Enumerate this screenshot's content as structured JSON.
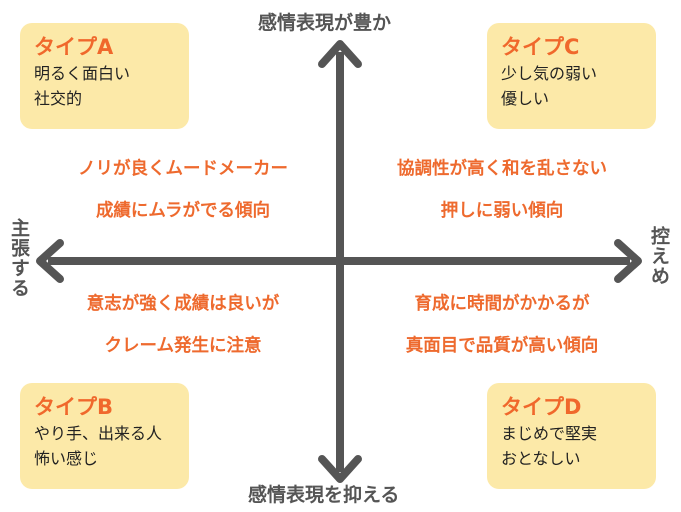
{
  "axes": {
    "top": "感情表現が豊か",
    "bottom": "感情表現を抑える",
    "left": "主張する",
    "right": "控えめ"
  },
  "types": {
    "a": {
      "title": "タイプA",
      "lines": [
        "明るく面白い",
        "社交的"
      ]
    },
    "b": {
      "title": "タイプB",
      "lines": [
        "やり手、出来る人",
        "怖い感じ"
      ]
    },
    "c": {
      "title": "タイプC",
      "lines": [
        "少し気の弱い",
        "優しい"
      ]
    },
    "d": {
      "title": "タイプD",
      "lines": [
        "まじめで堅実",
        "おとなしい"
      ]
    }
  },
  "quadrants": {
    "top_left": [
      "ノリが良くムードメーカー",
      "成績にムラがでる傾向"
    ],
    "top_right": [
      "協調性が高く和を乱さない",
      "押しに弱い傾向"
    ],
    "bottom_left": [
      "意志が強く成績は良いが",
      "クレーム発生に注意"
    ],
    "bottom_right": [
      "育成に時間がかかるが",
      "真面目で品質が高い傾向"
    ]
  },
  "colors": {
    "axis": "#555555",
    "box_bg": "#fce9a8",
    "accent": "#ee6a2e"
  }
}
